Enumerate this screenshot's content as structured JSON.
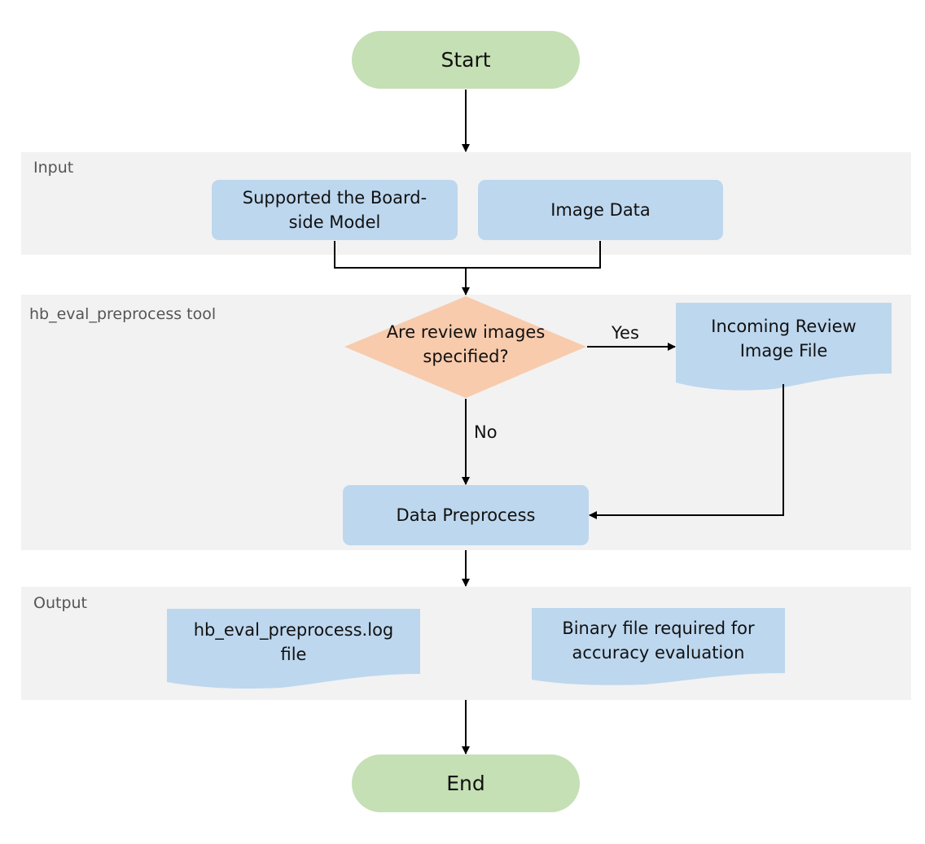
{
  "lanes": {
    "input": "Input",
    "tool": "hb_eval_preprocess tool",
    "output": "Output"
  },
  "nodes": {
    "start": "Start",
    "board_model": "Supported the Board-side Model",
    "image_data": "Image Data",
    "decision": "Are review images specified?",
    "review_file": "Incoming Review Image File",
    "data_preprocess": "Data Preprocess",
    "log_file": "hb_eval_preprocess.log file",
    "binary_file": "Binary file required for accuracy evaluation",
    "end": "End"
  },
  "edges": {
    "yes": "Yes",
    "no": "No"
  },
  "colors": {
    "terminal": "#c5e0b4",
    "process": "#bdd7ee",
    "decision": "#f8cbad",
    "lane": "#f2f2f2"
  }
}
